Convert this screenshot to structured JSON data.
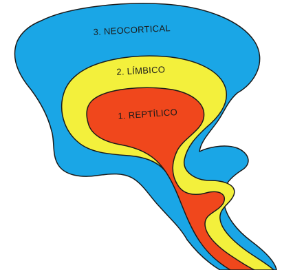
{
  "layers": [
    {
      "id": "neocortical",
      "label": "3. NEOCORTICAL",
      "color": "#1aa6e6"
    },
    {
      "id": "limbico",
      "label": "2. LÍMBICO",
      "color": "#f3f03c"
    },
    {
      "id": "reptilico",
      "label": "1. REPTÍLICO",
      "color": "#f0471c"
    }
  ],
  "outline_color": "#1a1a1a"
}
